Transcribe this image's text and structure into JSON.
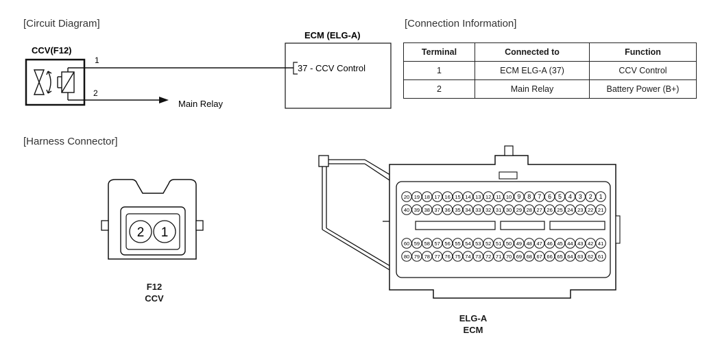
{
  "sections": {
    "circuit": "[Circuit Diagram]",
    "connection": "[Connection Information]",
    "harness": "[Harness Connector]"
  },
  "circuit": {
    "ccv_label": "CCV(F12)",
    "ecm_title": "ECM (ELG-A)",
    "ecm_pin_label": "37 - CCV Control",
    "pin1": "1",
    "pin2": "2",
    "relay_label": "Main Relay"
  },
  "table": {
    "headers": [
      "Terminal",
      "Connected to",
      "Function"
    ],
    "rows": [
      [
        "1",
        "ECM ELG-A (37)",
        "CCV Control"
      ],
      [
        "2",
        "Main Relay",
        "Battery Power (B+)"
      ]
    ]
  },
  "f12_connector": {
    "pins": [
      "2",
      "1"
    ],
    "caption_line1": "F12",
    "caption_line2": "CCV"
  },
  "ecm_connector": {
    "row1": [
      "20",
      "19",
      "18",
      "17",
      "16",
      "15",
      "14",
      "13",
      "12",
      "11",
      "10",
      "9",
      "8",
      "7",
      "6",
      "5",
      "4",
      "3",
      "2",
      "1"
    ],
    "row2": [
      "40",
      "39",
      "38",
      "37",
      "36",
      "35",
      "34",
      "33",
      "32",
      "31",
      "30",
      "29",
      "28",
      "27",
      "26",
      "25",
      "24",
      "23",
      "22",
      "21"
    ],
    "row3": [
      "60",
      "59",
      "58",
      "57",
      "56",
      "55",
      "54",
      "53",
      "52",
      "51",
      "50",
      "49",
      "48",
      "47",
      "46",
      "45",
      "44",
      "43",
      "42",
      "41"
    ],
    "row4": [
      "80",
      "79",
      "78",
      "77",
      "76",
      "75",
      "74",
      "73",
      "72",
      "71",
      "70",
      "69",
      "68",
      "67",
      "66",
      "65",
      "64",
      "63",
      "62",
      "61"
    ],
    "caption_line1": "ELG-A",
    "caption_line2": "ECM"
  }
}
